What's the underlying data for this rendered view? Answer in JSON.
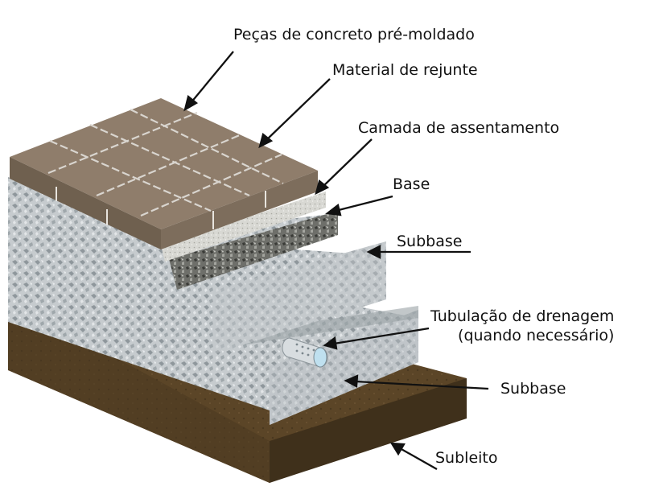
{
  "labels": {
    "pecas": "Peças de concreto pré-moldado",
    "rejunte": "Material de rejunte",
    "assentamento": "Camada de assentamento",
    "base": "Base",
    "subbase_top": "Subbase",
    "tubulacao_line1": "Tubulação de drenagem",
    "tubulacao_line2": "(quando necessário)",
    "subbase_bottom": "Subbase",
    "subleito": "Subleito"
  },
  "colors": {
    "subleito": "#5a4426",
    "subbase": "#b9bfc4",
    "base": "#8d8f8a",
    "assentamento": "#cfcfc9",
    "pavers": "#8c7a68",
    "drain_pipe": "#d8dde0",
    "arrows": "#111111"
  }
}
